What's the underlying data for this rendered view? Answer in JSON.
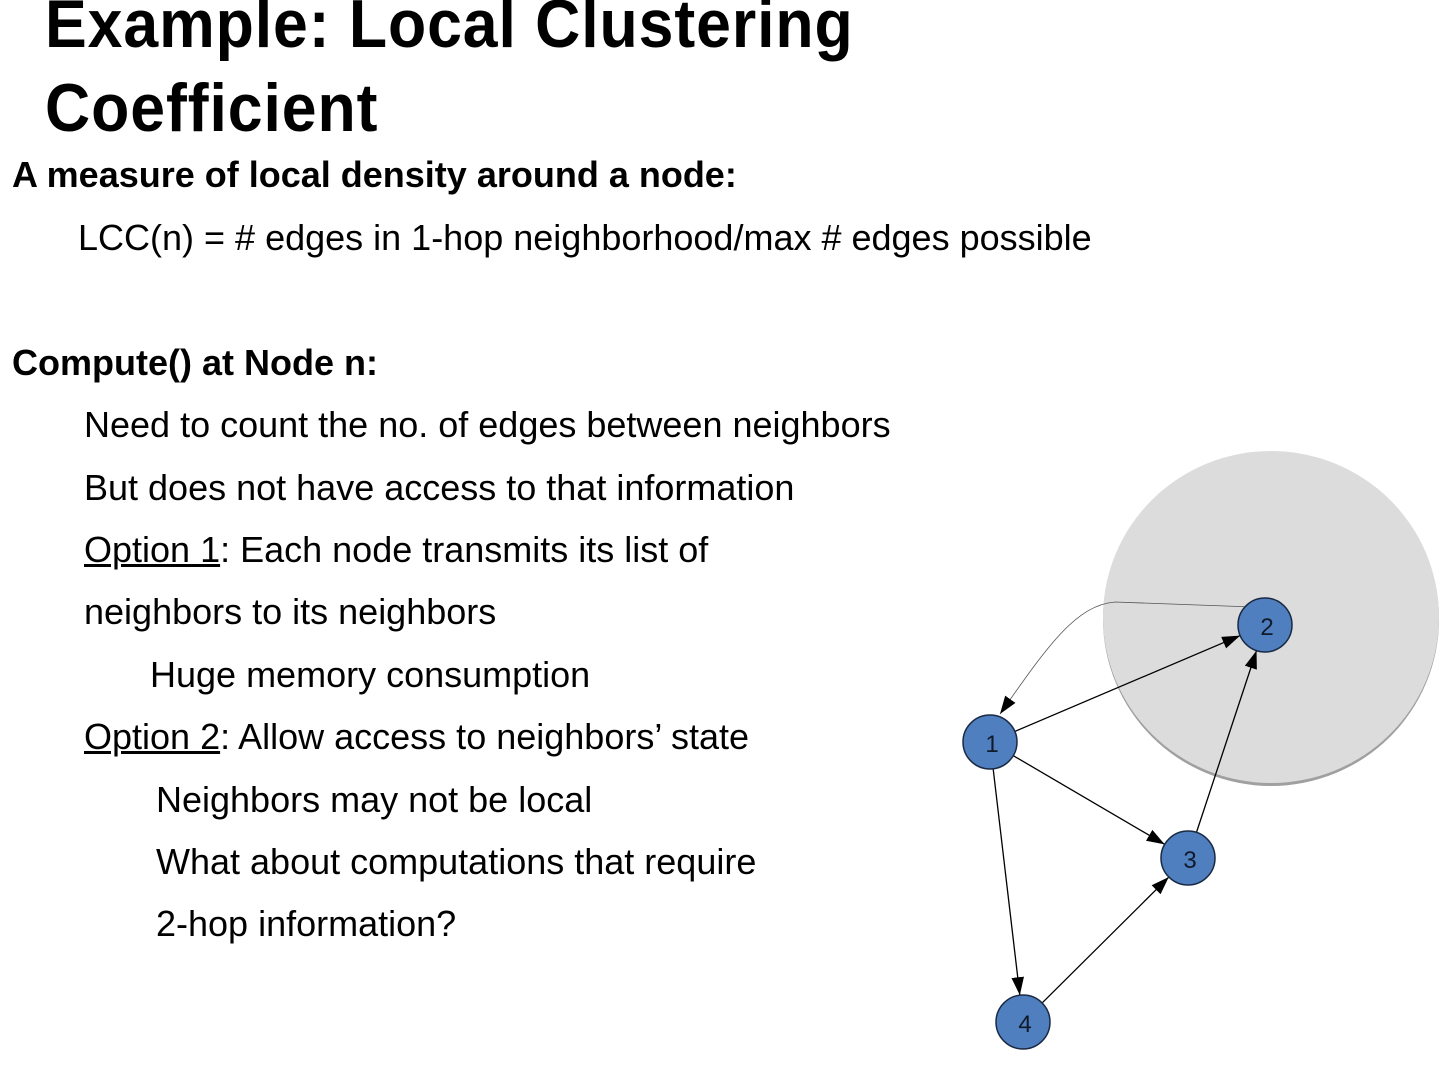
{
  "slide": {
    "title_line1": "Example: Local Clustering",
    "title_line2": "Coefficient",
    "heading1": "A measure of local density around a node:",
    "formula": "LCC(n) = # edges in 1-hop neighborhood/max # edges possible",
    "heading2": "Compute() at Node n:",
    "bullets": {
      "b1": "Need to count the no. of edges between neighbors",
      "b2": "But does not have access to that information",
      "opt1_label": "Option 1",
      "opt1_text": ": Each node transmits its list of",
      "opt1_cont": "neighbors to its neighbors",
      "opt1_sub": "Huge memory consumption",
      "opt2_label": "Option 2",
      "opt2_text": ": Allow access to neighbors’ state",
      "opt2_sub1": "Neighbors may not be local",
      "opt2_sub2": "What about computations that require",
      "opt2_sub3": "2-hop information?"
    }
  },
  "diagram": {
    "colors": {
      "node_fill": "#4f7fbf",
      "node_stroke": "#1a2a44",
      "region_fill": "#dcdcdc",
      "edge": "#000000"
    },
    "nodes": [
      {
        "id": "1",
        "label": "1"
      },
      {
        "id": "2",
        "label": "2"
      },
      {
        "id": "3",
        "label": "3"
      },
      {
        "id": "4",
        "label": "4"
      }
    ],
    "edges": [
      {
        "from": "1",
        "to": "2"
      },
      {
        "from": "1",
        "to": "3"
      },
      {
        "from": "1",
        "to": "4"
      },
      {
        "from": "3",
        "to": "2"
      },
      {
        "from": "4",
        "to": "3"
      },
      {
        "from": "2",
        "to": "1",
        "style": "thin-curved"
      }
    ],
    "highlight_region": "neighborhood-of-node-2"
  }
}
